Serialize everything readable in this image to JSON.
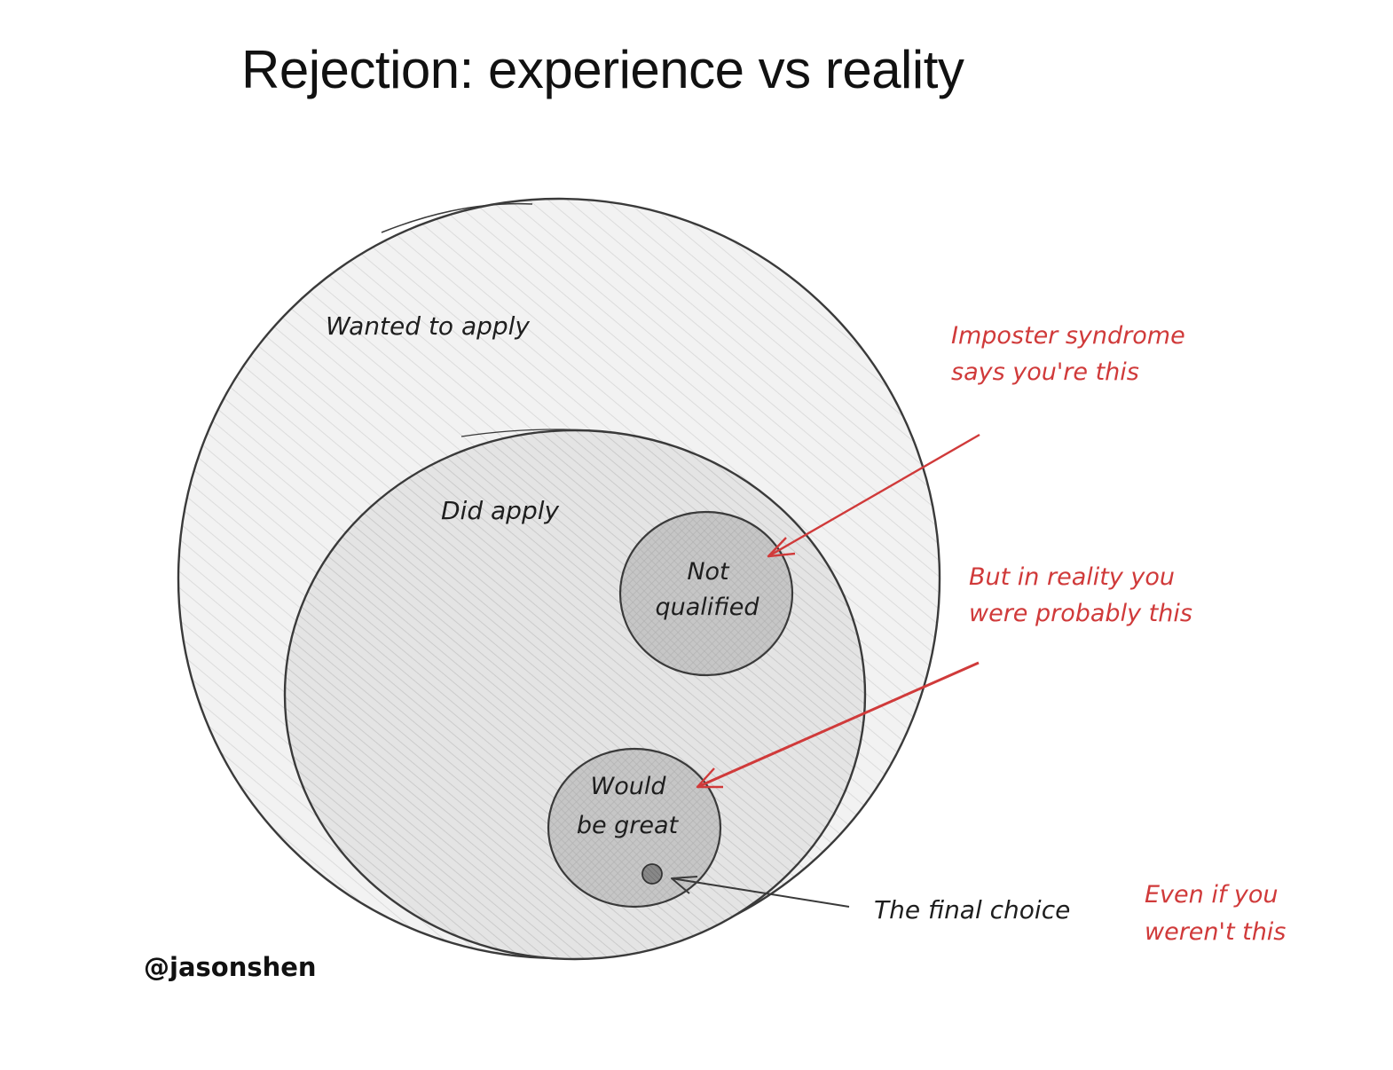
{
  "title": "Rejection: experience vs reality",
  "circles": {
    "outer": "Wanted to apply",
    "middle": "Did apply",
    "not_qualified": [
      "Not",
      "qualified"
    ],
    "would_be_great": [
      "Would",
      "be great"
    ]
  },
  "annotations": {
    "imposter": [
      "Imposter syndrome",
      "says you're this"
    ],
    "reality": [
      "But in reality you",
      "were probably this"
    ],
    "final_choice": "The final choice",
    "even_if": [
      "Even if you",
      "weren't this"
    ]
  },
  "author": "@jasonshen",
  "colors": {
    "stroke": "#3a3a3a",
    "fill_light": "#f1f1f1",
    "fill_mid": "#e0e0e0",
    "fill_dark": "#c8c8c8",
    "annotation_red": "#d03a3a"
  }
}
